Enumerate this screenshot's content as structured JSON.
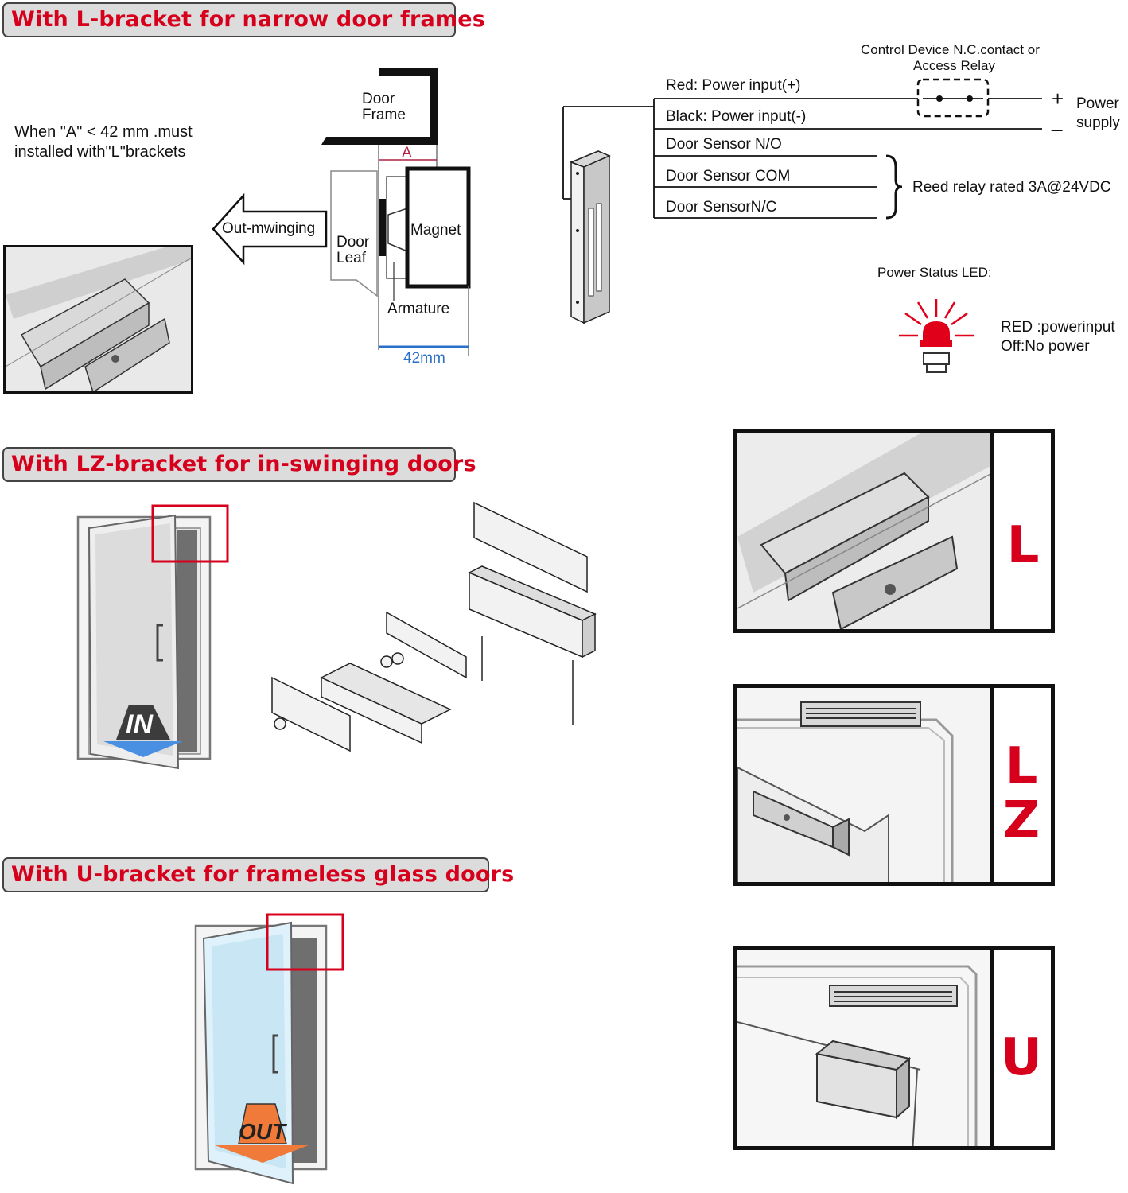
{
  "sections": {
    "l_bracket": {
      "title": "With L-bracket for narrow door frames",
      "note_line1": "When \"A\" < 42 mm .must",
      "note_line2": "installed with\"L\"brackets",
      "arrow_label": "Out-mwinging",
      "door_frame_line1": "Door",
      "door_frame_line2": "Frame",
      "door_leaf_line1": "Door",
      "door_leaf_line2": "Leaf",
      "dimension_a": "A",
      "magnet_label": "Magnet",
      "armature_label": "Armature",
      "width_label": "42mm"
    },
    "lz_bracket": {
      "title": "With LZ-bracket for in-swinging doors",
      "in_label": "IN"
    },
    "u_bracket": {
      "title": "With U-bracket for frameless glass doors",
      "out_label": "OUT"
    }
  },
  "wiring": {
    "control_device_line1": "Control Device N.C.contact or",
    "control_device_line2": "Access Relay",
    "wires": [
      "Red: Power input(+)",
      "Black: Power input(-)",
      "Door Sensor N/O",
      "Door Sensor COM",
      "Door SensorN/C"
    ],
    "plus_sign": "+",
    "minus_sign": "_",
    "power_supply_line1": "Power",
    "power_supply_line2": "supply",
    "reed_relay": "Reed relay rated 3A@24VDC"
  },
  "led": {
    "title": "Power Status LED:",
    "red_state": "RED :powerinput",
    "off_state": "Off:No power"
  },
  "bracket_tags": {
    "l": "L",
    "lz_line1": "L",
    "lz_line2": "Z",
    "u": "U"
  },
  "colors": {
    "accent_red": "#d6001c",
    "banner_bg": "#dcdcdc",
    "dimension_blue": "#2a6fc9",
    "arrow_blue": "#4a90e2",
    "arrow_orange": "#f07a3a"
  }
}
